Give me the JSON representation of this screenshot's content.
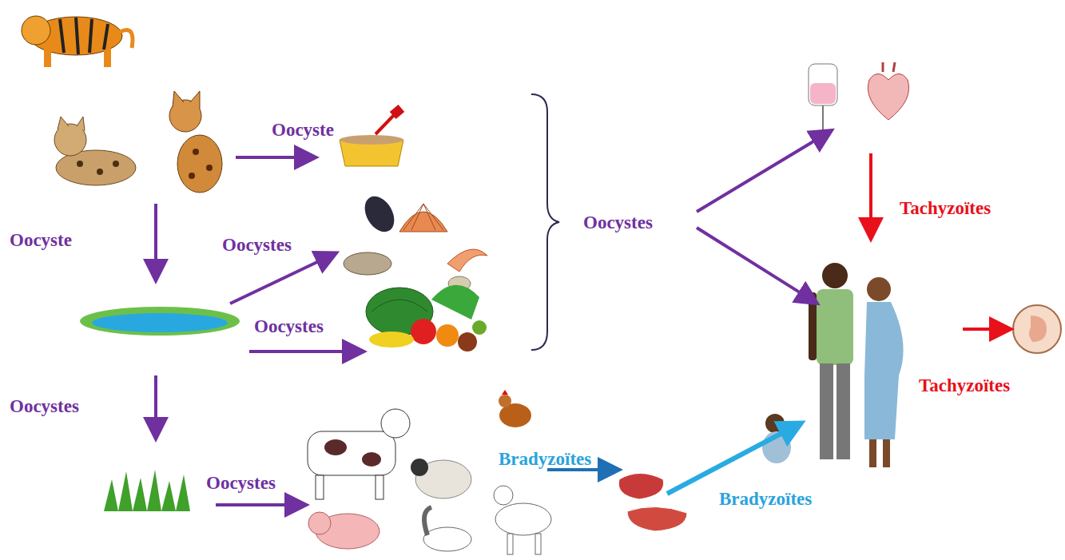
{
  "diagram": {
    "labels": [
      "Oocyste",
      "Oocyste",
      "Oocystes",
      "Oocystes",
      "Tachyzoïtes",
      "Oocystes",
      "Tachyzoïtes",
      "Oocystes",
      "Bradyzoïtes",
      "Oocystes",
      "Bradyzoïtes"
    ]
  }
}
